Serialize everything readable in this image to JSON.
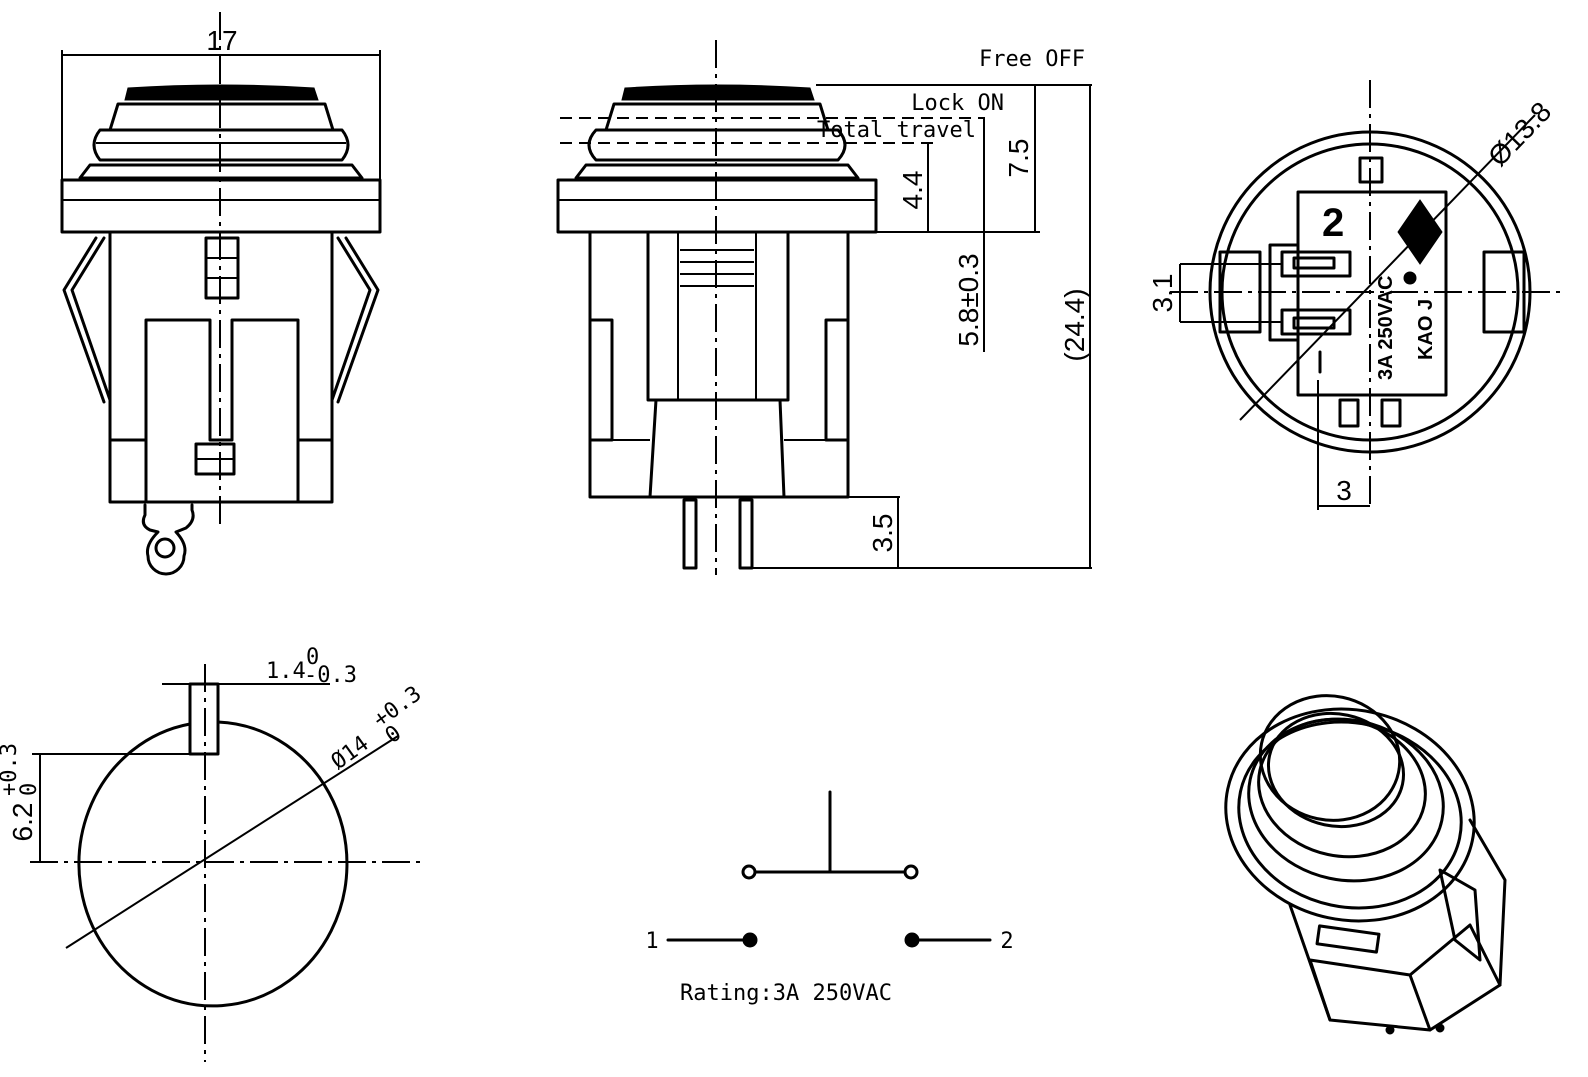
{
  "front_view": {
    "width_dim": "17"
  },
  "side_view": {
    "free_off": "Free OFF",
    "lock_on": "Lock ON",
    "total_travel": "Total travel",
    "dim_travel": "4.4",
    "dim_height_top": "7.5",
    "dim_body": "5.8±0.3",
    "dim_overall": "(24.4)",
    "dim_pin": "3.5"
  },
  "bottom_view": {
    "dim_diameter": "Ø13.8",
    "dim_pin_width": "3.1",
    "dim_pin_offset": "3",
    "terminal_number": "2",
    "rating_marking": "3A 250VAC",
    "model_marking": "KAO J"
  },
  "panel_cutout": {
    "dim_key_width": "1.4",
    "dim_key_width_tol_upper": "0",
    "dim_key_width_tol_lower": "-0.3",
    "dim_hole": "Ø14",
    "dim_hole_tol_upper": "+0.3",
    "dim_hole_tol_lower": "0",
    "dim_key_depth": "6.2",
    "dim_key_depth_tol_upper": "+0.3",
    "dim_key_depth_tol_lower": "0"
  },
  "schematic": {
    "terminal_1": "1",
    "terminal_2": "2",
    "rating": "Rating:3A 250VAC"
  }
}
